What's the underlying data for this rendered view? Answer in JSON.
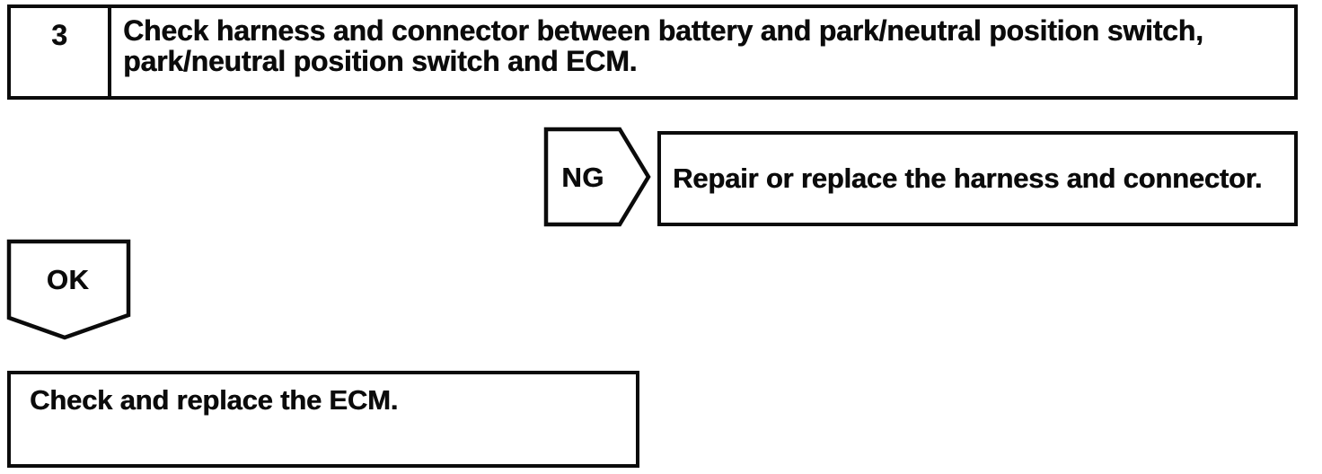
{
  "colors": {
    "ink": "#0b0b0b",
    "paper": "#ffffff"
  },
  "flowchart": {
    "step": {
      "number": "3",
      "instruction": "Check harness and connector between battery and park/neutral position switch, park/neutral position switch and ECM."
    },
    "ng_branch": {
      "label": "NG",
      "action": "Repair or replace the harness and connector."
    },
    "ok_branch": {
      "label": "OK",
      "action": "Check and replace the ECM."
    }
  }
}
